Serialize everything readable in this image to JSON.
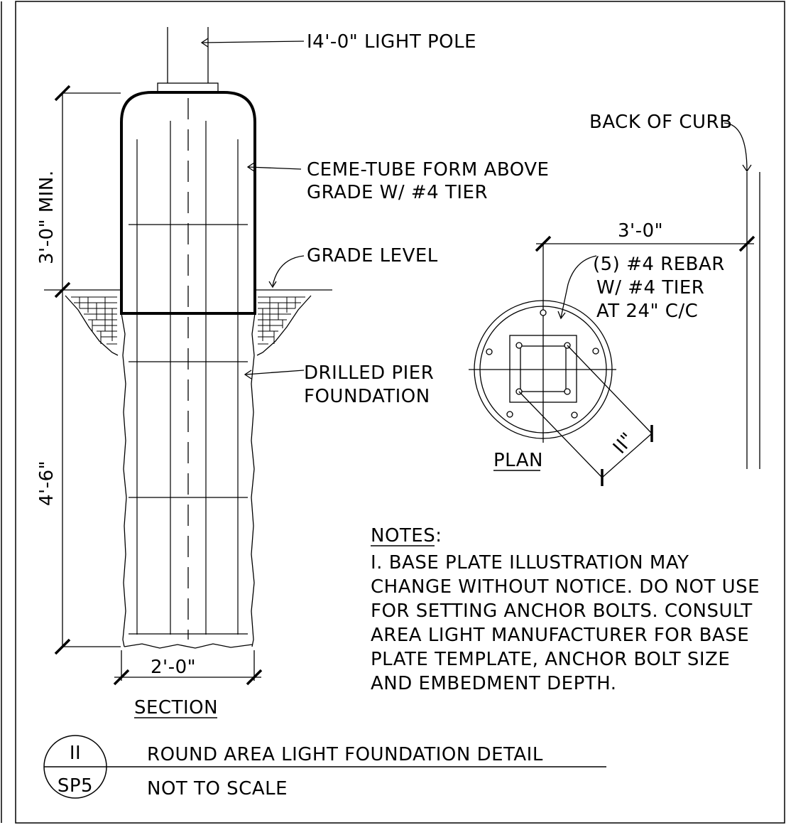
{
  "labels": {
    "light_pole": "I4'-0\" LIGHT POLE",
    "back_of_curb": "BACK OF CURB",
    "ceme_tube_1": "CEME-TUBE FORM ABOVE",
    "ceme_tube_2": "GRADE W/ #4 TIER",
    "grade_level": "GRADE LEVEL",
    "drilled_pier_1": "DRILLED PIER",
    "drilled_pier_2": "FOUNDATION",
    "rebar_1": "(5) #4 REBAR",
    "rebar_2": "W/ #4 TIER",
    "rebar_3": "AT 24\" C/C"
  },
  "dimensions": {
    "above_grade": "3'-0\" MIN.",
    "below_grade": "4'-6\"",
    "width": "2'-0\"",
    "curb_offset": "3'-0\"",
    "plate_diagonal": "II\""
  },
  "views": {
    "section": "SECTION",
    "plan": "PLAN"
  },
  "notes": {
    "heading": "NOTES:",
    "lines": [
      "I. BASE PLATE ILLUSTRATION MAY",
      "CHANGE WITHOUT NOTICE. DO NOT USE",
      "FOR SETTING ANCHOR BOLTS. CONSULT",
      "AREA LIGHT MANUFACTURER FOR BASE",
      "PLATE TEMPLATE, ANCHOR BOLT SIZE",
      "AND EMBEDMENT DEPTH."
    ]
  },
  "title_block": {
    "detail_number": "II",
    "sheet_number": "SP5",
    "title": "ROUND AREA LIGHT FOUNDATION DETAIL",
    "scale": "NOT TO SCALE"
  }
}
